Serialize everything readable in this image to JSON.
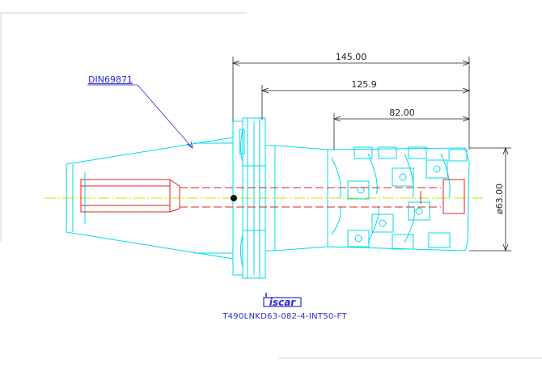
{
  "callout": {
    "label": "DIN69871"
  },
  "dimensions": {
    "overall_length": "145.00",
    "length_2": "125.9",
    "length_3": "82.00",
    "diameter": "ø63.00"
  },
  "brand": {
    "logo_text": "iscar"
  },
  "part_number": "T490LNKD63-082-4-INT50-FT",
  "colors": {
    "outline": "#00d8e8",
    "hidden": "#e02020",
    "center": "#d8d800",
    "dimension": "#222222",
    "callout": "#2b2bd6"
  }
}
